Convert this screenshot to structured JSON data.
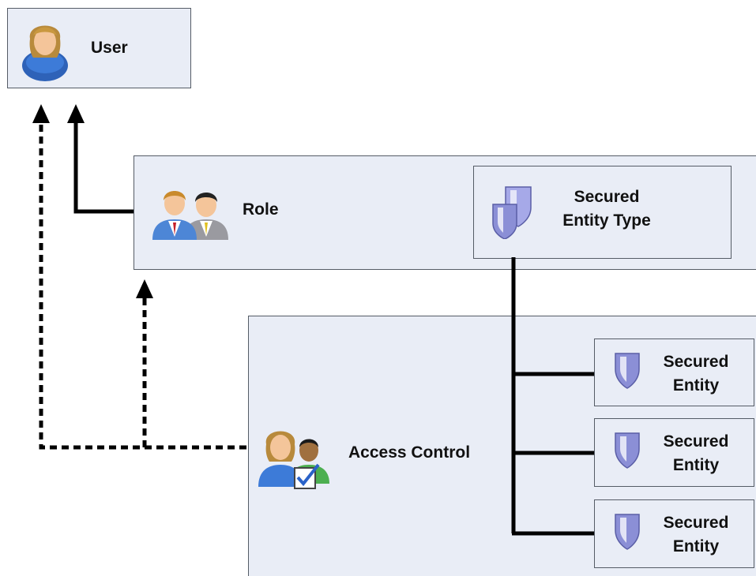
{
  "nodes": {
    "user": {
      "label": "User",
      "icon": "user-icon"
    },
    "role": {
      "label": "Role",
      "icon": "role-icon"
    },
    "secured_entity_type": {
      "line1": "Secured",
      "line2": "Entity Type",
      "icon": "shield-stack-icon"
    },
    "access_control": {
      "label": "Access Control",
      "icon": "access-control-icon"
    },
    "secured_entities": [
      {
        "line1": "Secured",
        "line2": "Entity",
        "icon": "shield-icon"
      },
      {
        "line1": "Secured",
        "line2": "Entity",
        "icon": "shield-icon"
      },
      {
        "line1": "Secured",
        "line2": "Entity",
        "icon": "shield-icon"
      }
    ]
  },
  "colors": {
    "box_fill": "#e9edf6",
    "box_border": "#555c66",
    "connector": "#000000",
    "shield": "#8b8fd6"
  }
}
